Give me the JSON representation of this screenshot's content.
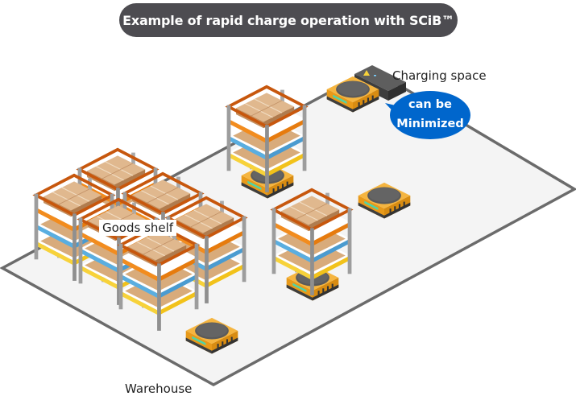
{
  "title": "Example of rapid charge operation with SCiB™",
  "labels": {
    "charging_space": "Charging space",
    "goods_shelf": "Goods shelf",
    "warehouse": "Warehouse"
  },
  "callout": {
    "line1": "can be",
    "line2": "Minimized"
  },
  "colors": {
    "title_bg": "#4d4c51",
    "callout_bg": "#0066cc",
    "floor": "#f4f4f4",
    "floor_edge": "#6b6b6b",
    "robot_body": "#f5a623",
    "robot_top": "#555555",
    "shelf_orange": "#f28c1e",
    "shelf_dark_orange": "#c7570d",
    "shelf_blue": "#5aaee0",
    "shelf_yellow": "#f7d23a",
    "box": "#d6a877",
    "post": "#a5a5a5"
  },
  "icons": {
    "warning": "warning-triangle-icon"
  }
}
